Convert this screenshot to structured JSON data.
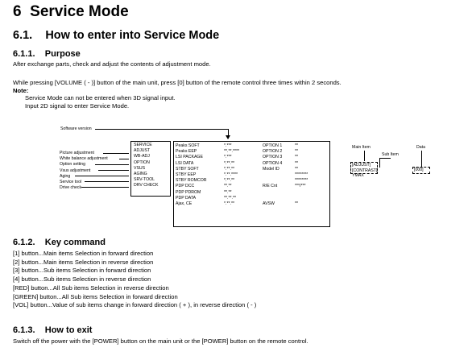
{
  "heading": {
    "chapter": "6",
    "title": "Service Mode",
    "section_num": "6.1.",
    "section_title": "How to enter into Service Mode"
  },
  "purpose": {
    "num": "6.1.1.",
    "title": "Purpose",
    "text": "After exchange parts, check and adjust the contents of adjustment mode."
  },
  "instructions": {
    "line1": "While pressing [VOLUME ( - )] button of the main unit, press [0] button of the remote control three times within 2 seconds.",
    "note_label": "Note:",
    "note1": "Service Mode can not be entered when 3D signal input.",
    "note2": "Input 2D signal to enter Service Mode."
  },
  "diagram": {
    "software_version_label": "Software version",
    "left_labels": [
      "Picture adjustment",
      "White balance adjustment",
      "Option setting",
      "Vsus adjustment",
      "Aging",
      "Service tool",
      "Drive check"
    ],
    "menu_items": [
      "SERVICE",
      "ADJUST",
      "WB-ADJ",
      "OPTION",
      "VSUS",
      "AGING",
      "SRV-TOOL",
      "DRV CHECK"
    ],
    "col1": [
      "Peaks SOFT",
      "Peaks EEP",
      "LSI PACKAGE",
      "LSI DATA",
      "STBY SOFT",
      "STBY EEP",
      "STBY ROMCOR",
      "PDP DCC",
      "PDP PDROM",
      "PDP DATA",
      "Ajax, CE"
    ],
    "col2": [
      "*.***",
      "**.**.****",
      "*.***",
      "*.**.**",
      "*.**.**",
      "*.**.****",
      "*.**.**",
      "**.**",
      "**.**",
      "**.**.**",
      "*.**.**"
    ],
    "col3": [
      "OPTION 1",
      "OPTION 2",
      "OPTION 3",
      "OPTION 4",
      "Model ID",
      "",
      "",
      "R/E Cnt",
      "",
      "",
      "AVSW"
    ],
    "col4": [
      "**",
      "**",
      "**",
      "**",
      "**",
      "********",
      "********",
      "***/***",
      "",
      "",
      "**"
    ],
    "right_labels": {
      "main_item": "Main Item",
      "sub_item": "Sub Item",
      "data": "Data"
    },
    "screen_lines": [
      "[ADJUST]",
      "[CONTRAST]",
      "YMAX"
    ],
    "screen_data": "[000]"
  },
  "key_command": {
    "num": "6.1.2.",
    "title": "Key command",
    "lines": [
      "[1] button...Main items  Selection in forward direction",
      "[2] button...Main items  Selection in reverse direction",
      "[3] button...Sub items  Selection in forward direction",
      "[4] button...Sub items  Selection in reverse direction",
      "[RED] button...All Sub items  Selection in reverse direction",
      "[GREEN] button...All Sub items  Selection in forward direction",
      "[VOL] button...Value of sub items change in forward direction ( + ), in reverse direction ( - )"
    ]
  },
  "exit": {
    "num": "6.1.3.",
    "title": "How to exit",
    "text": "Switch off the power with the [POWER] button on the main unit or the [POWER] button on the remote control."
  }
}
